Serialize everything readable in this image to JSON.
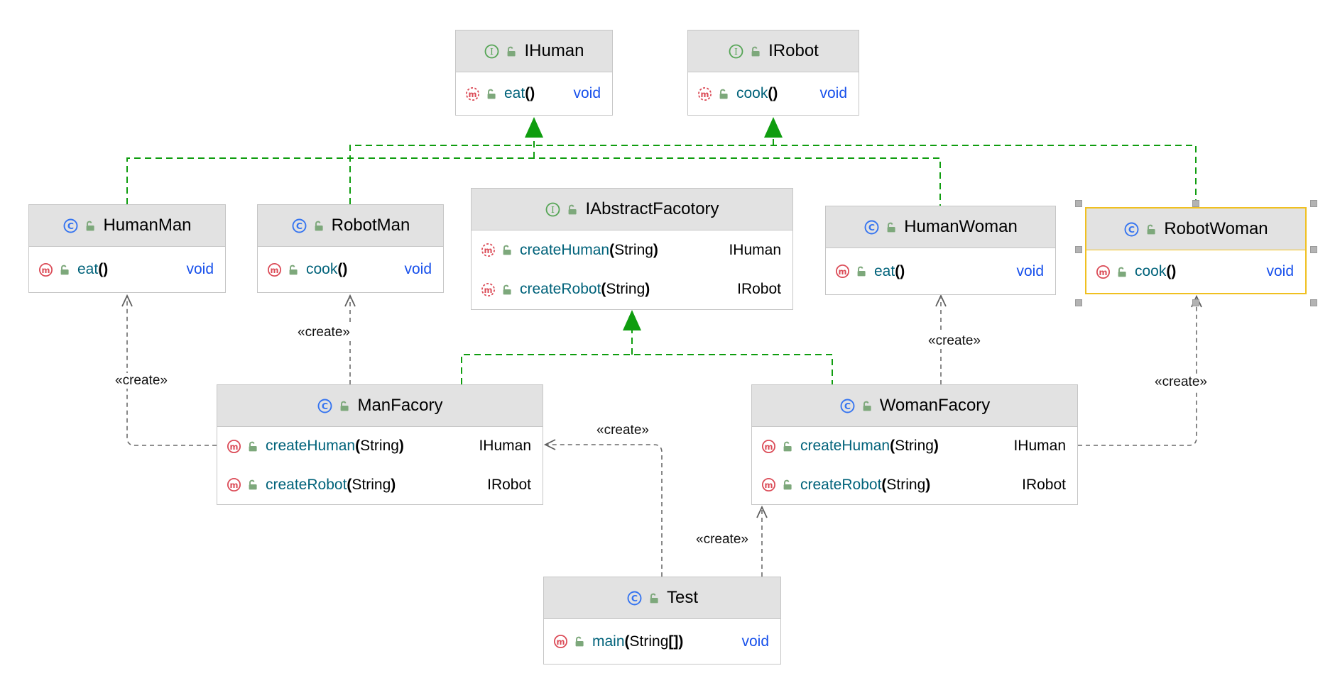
{
  "palette": {
    "realization_green": "#0F9D0F",
    "create_gray": "#6A6A6A",
    "selection_yellow": "#F0C020",
    "header_bg": "#E2E2E2",
    "method_name_teal": "#00627A",
    "keyword_blue": "#1750EB",
    "class_icon_blue": "#3574F0",
    "interface_icon_green": "#55A555",
    "method_icon_red": "#DB4B57",
    "lock_icon_green": "#7DA87B"
  },
  "nodes": {
    "ihuman": {
      "name": "IHuman",
      "kind": "interface",
      "methods": [
        {
          "name": "eat",
          "params": "()",
          "ret": "void",
          "abstract": true
        }
      ]
    },
    "irobot": {
      "name": "IRobot",
      "kind": "interface",
      "methods": [
        {
          "name": "cook",
          "params": "()",
          "ret": "void",
          "abstract": true
        }
      ]
    },
    "humanman": {
      "name": "HumanMan",
      "kind": "class",
      "methods": [
        {
          "name": "eat",
          "params": "()",
          "ret": "void",
          "abstract": false
        }
      ]
    },
    "robotman": {
      "name": "RobotMan",
      "kind": "class",
      "methods": [
        {
          "name": "cook",
          "params": "()",
          "ret": "void",
          "abstract": false
        }
      ]
    },
    "iabstractfacotory": {
      "name": "IAbstractFacotory",
      "kind": "interface",
      "methods": [
        {
          "name": "createHuman",
          "params": "(String)",
          "ret": "IHuman",
          "abstract": true
        },
        {
          "name": "createRobot",
          "params": "(String)",
          "ret": "IRobot",
          "abstract": true
        }
      ]
    },
    "humanwoman": {
      "name": "HumanWoman",
      "kind": "class",
      "methods": [
        {
          "name": "eat",
          "params": "()",
          "ret": "void",
          "abstract": false
        }
      ]
    },
    "robotwoman": {
      "name": "RobotWoman",
      "kind": "class",
      "selected": true,
      "methods": [
        {
          "name": "cook",
          "params": "()",
          "ret": "void",
          "abstract": false
        }
      ]
    },
    "manfacory": {
      "name": "ManFacory",
      "kind": "class",
      "methods": [
        {
          "name": "createHuman",
          "params": "(String)",
          "ret": "IHuman",
          "abstract": false
        },
        {
          "name": "createRobot",
          "params": "(String)",
          "ret": "IRobot",
          "abstract": false
        }
      ]
    },
    "womanfacory": {
      "name": "WomanFacory",
      "kind": "class",
      "methods": [
        {
          "name": "createHuman",
          "params": "(String)",
          "ret": "IHuman",
          "abstract": false
        },
        {
          "name": "createRobot",
          "params": "(String)",
          "ret": "IRobot",
          "abstract": false
        }
      ]
    },
    "test": {
      "name": "Test",
      "kind": "class",
      "methods": [
        {
          "name": "main",
          "params": "(String[])",
          "ret": "void",
          "abstract": false
        }
      ]
    }
  },
  "edges": {
    "realizations": [
      {
        "from": "HumanMan",
        "to": "IHuman"
      },
      {
        "from": "HumanWoman",
        "to": "IHuman"
      },
      {
        "from": "RobotMan",
        "to": "IRobot"
      },
      {
        "from": "RobotWoman",
        "to": "IRobot"
      },
      {
        "from": "ManFacory",
        "to": "IAbstractFacotory"
      },
      {
        "from": "WomanFacory",
        "to": "IAbstractFacotory"
      }
    ],
    "creates": [
      {
        "from": "ManFacory",
        "to": "HumanMan",
        "label": "«create»"
      },
      {
        "from": "ManFacory",
        "to": "RobotMan",
        "label": "«create»"
      },
      {
        "from": "WomanFacory",
        "to": "HumanWoman",
        "label": "«create»"
      },
      {
        "from": "WomanFacory",
        "to": "RobotWoman",
        "label": "«create»"
      },
      {
        "from": "Test",
        "to": "ManFacory",
        "label": "«create»"
      },
      {
        "from": "Test",
        "to": "WomanFacory",
        "label": "«create»"
      }
    ]
  },
  "selection": {
    "selected_node": "RobotWoman"
  }
}
